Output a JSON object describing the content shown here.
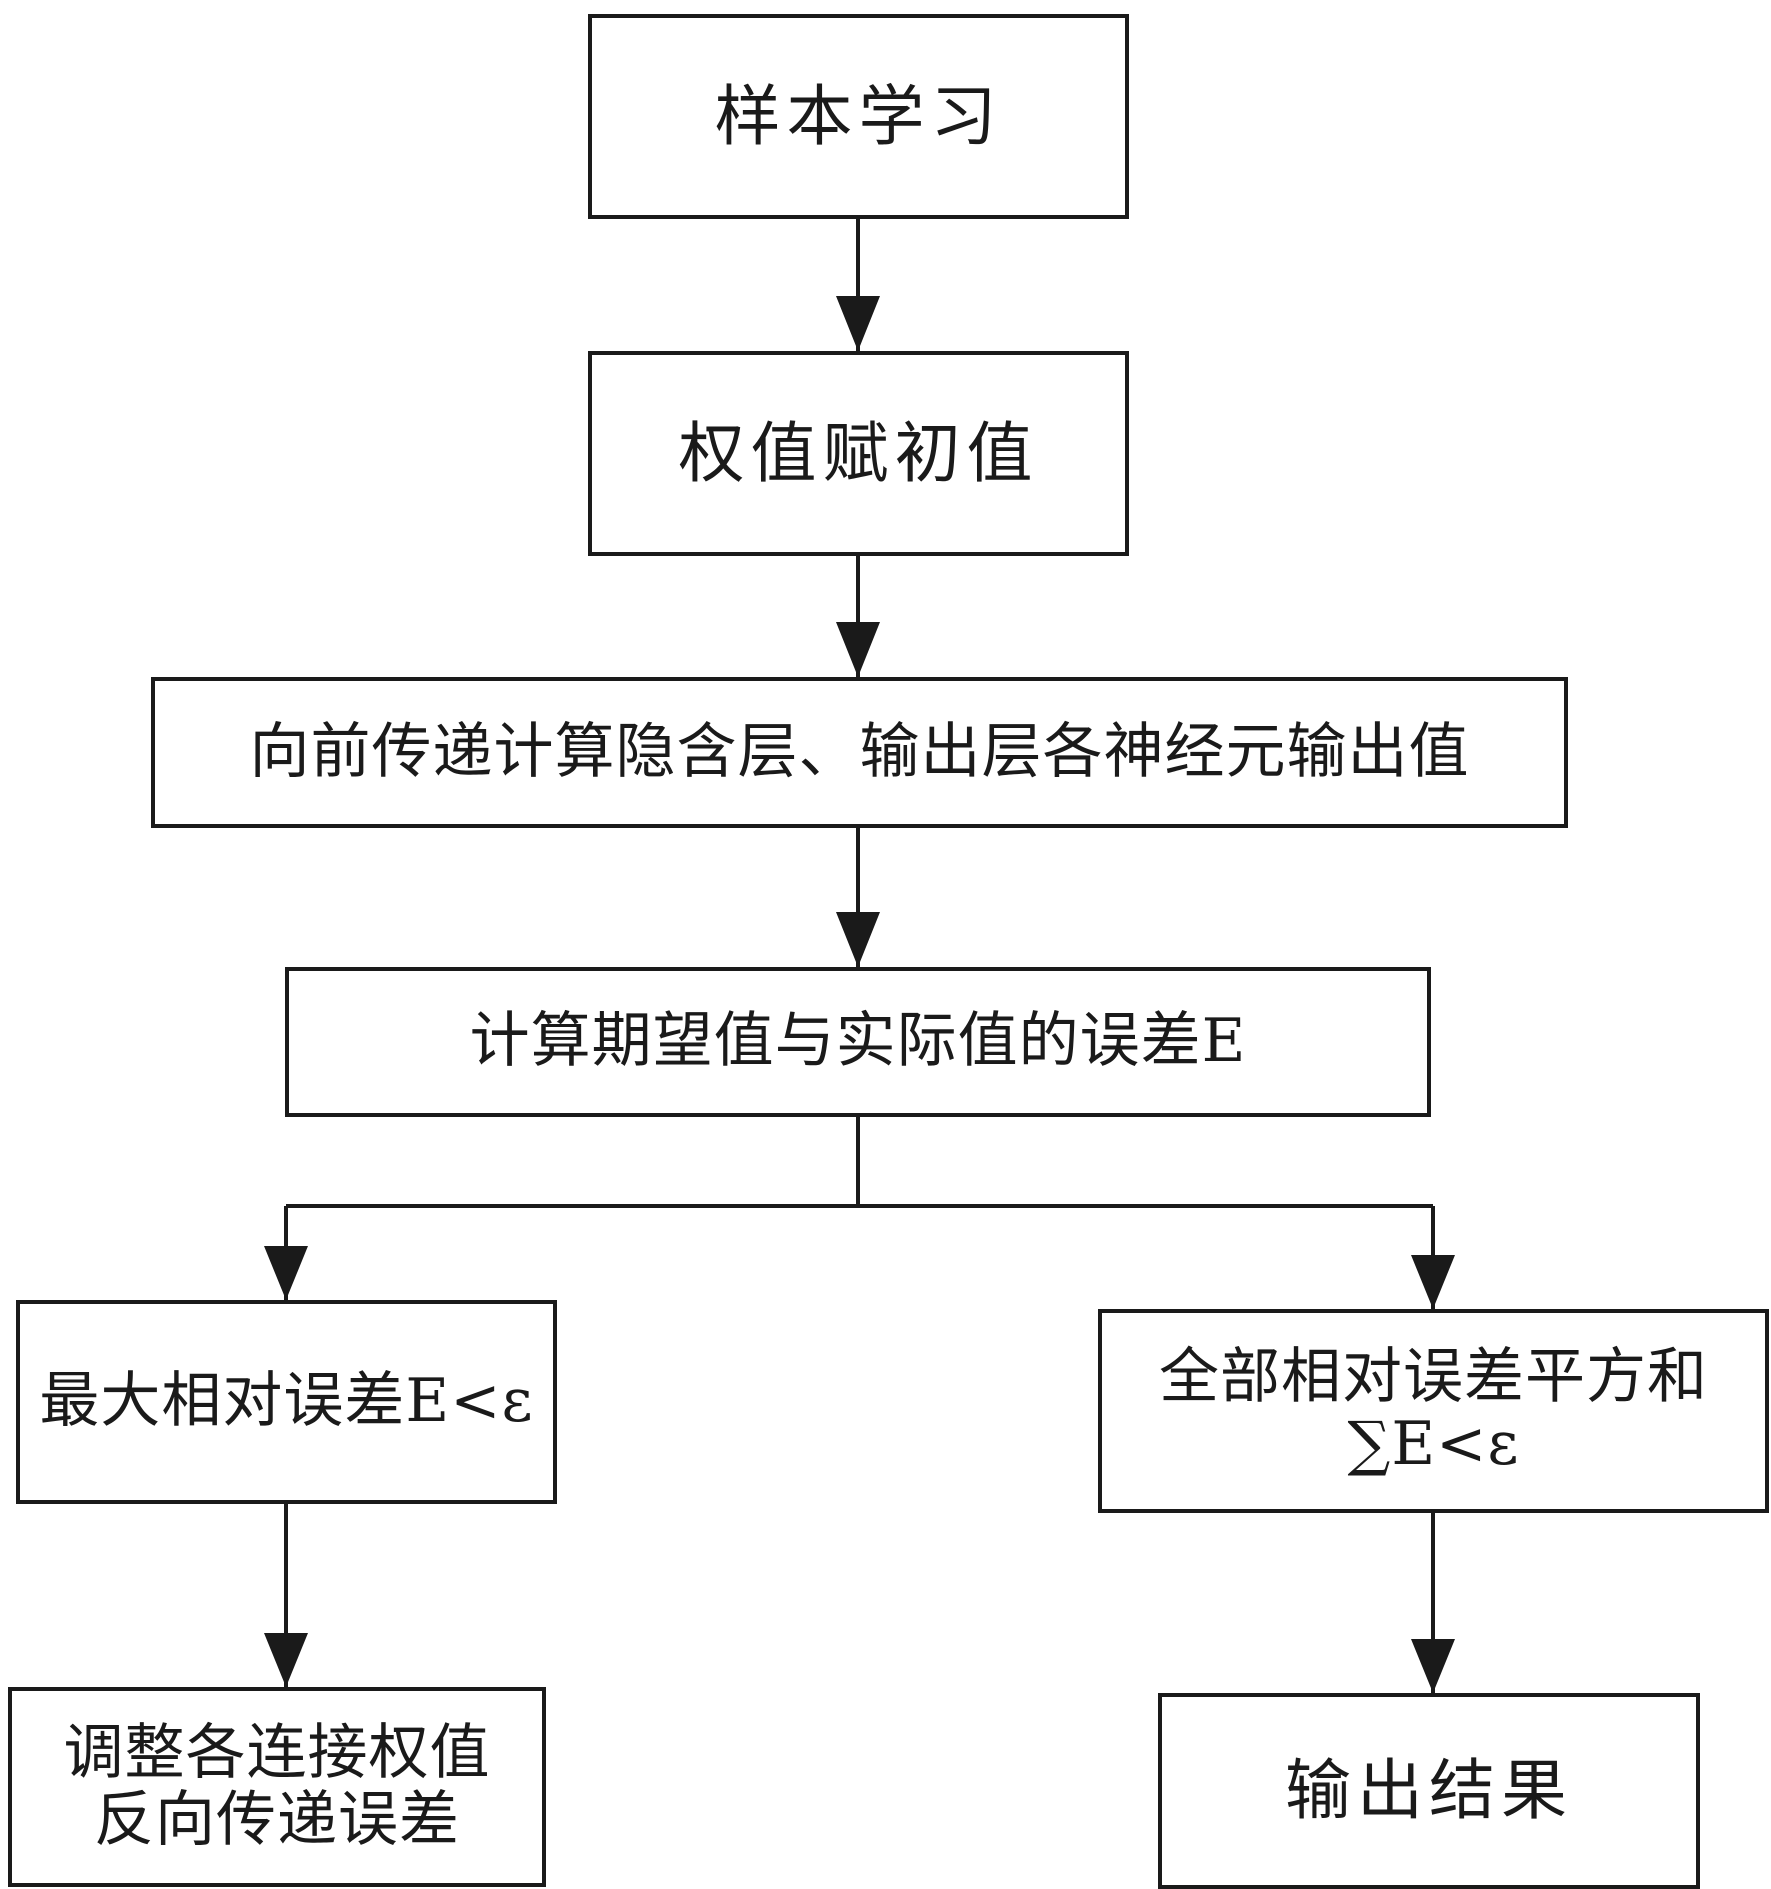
{
  "nodes": {
    "sample_learning": {
      "label": "样本学习"
    },
    "init_weights": {
      "label": "权值赋初值"
    },
    "forward_calc": {
      "label": "向前传递计算隐含层、输出层各神经元输出值"
    },
    "calc_error": {
      "label": "计算期望值与实际值的误差E"
    },
    "max_error": {
      "label": "最大相对误差E<ε"
    },
    "total_error": {
      "line1": "全部相对误差平方和",
      "line2": "∑E<ε"
    },
    "adjust_weights": {
      "line1": "调整各连接权值",
      "line2": "反向传递误差"
    },
    "output_result": {
      "label": "输出结果"
    }
  },
  "edges": [
    {
      "from": "sample_learning",
      "to": "init_weights"
    },
    {
      "from": "init_weights",
      "to": "forward_calc"
    },
    {
      "from": "forward_calc",
      "to": "calc_error"
    },
    {
      "from": "calc_error",
      "to": "max_error"
    },
    {
      "from": "calc_error",
      "to": "total_error"
    },
    {
      "from": "max_error",
      "to": "adjust_weights"
    },
    {
      "from": "total_error",
      "to": "output_result"
    }
  ],
  "colors": {
    "stroke": "#1a1a1a",
    "background": "#ffffff"
  }
}
